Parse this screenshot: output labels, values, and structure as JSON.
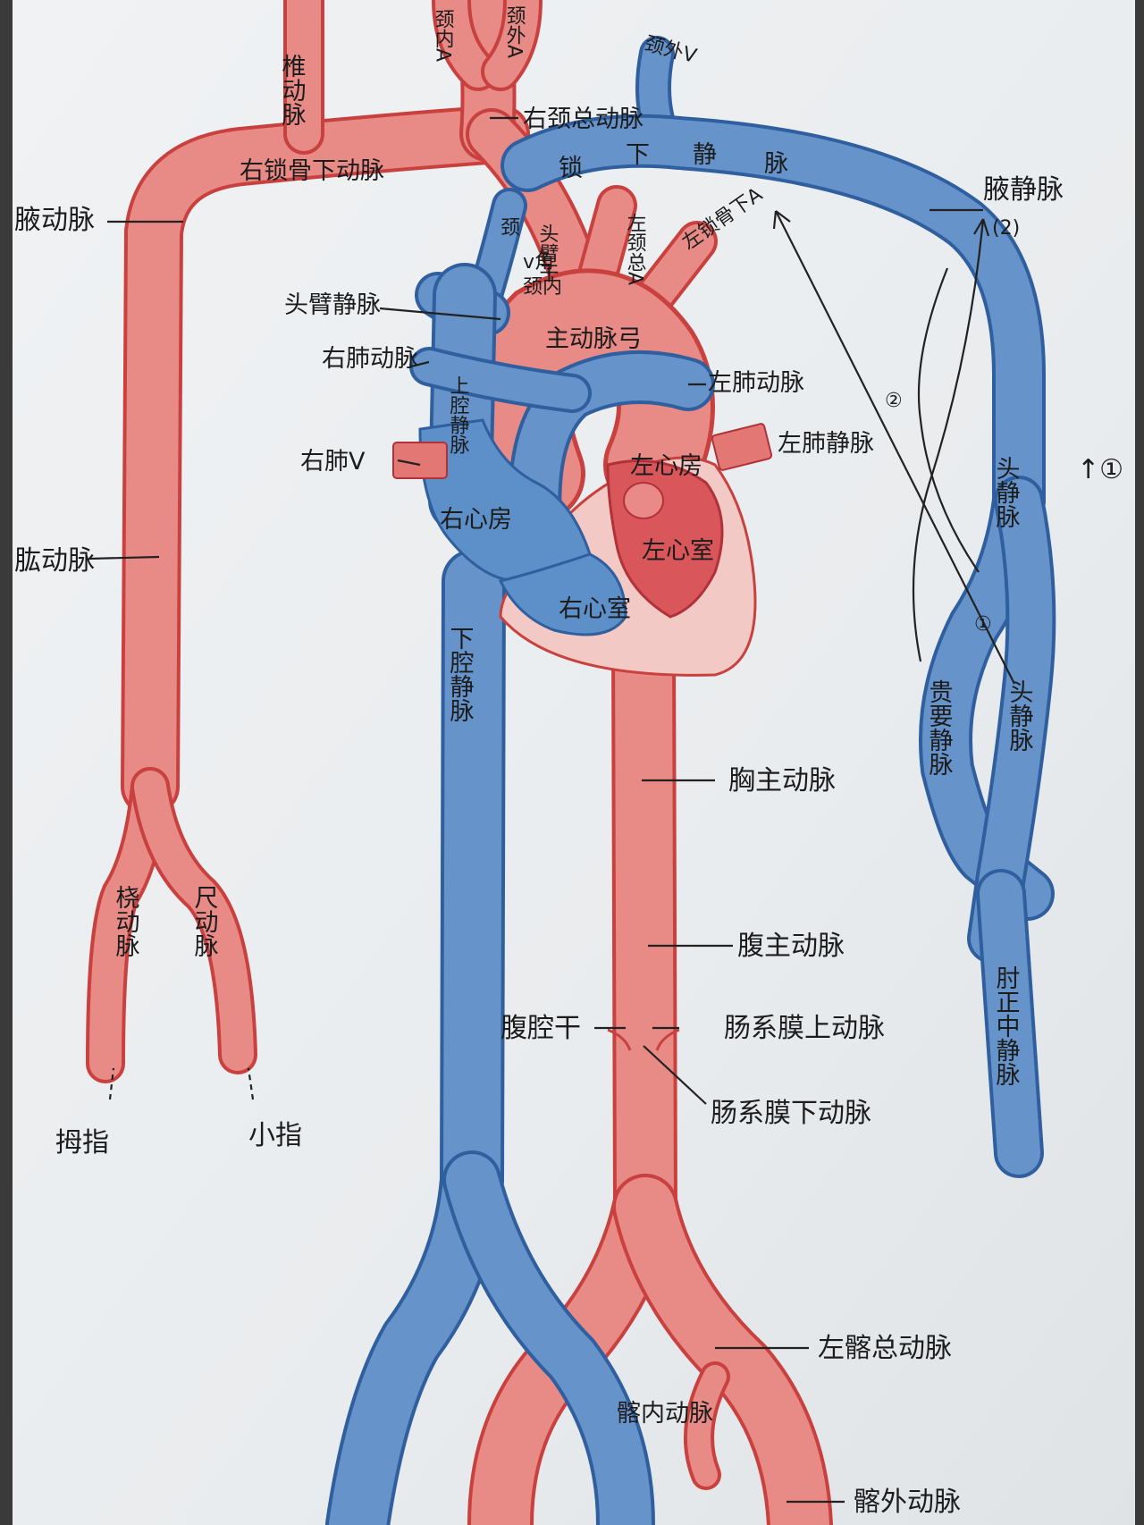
{
  "labels": {
    "vertebral_a": "椎动脉",
    "internal_carotid": "颈内A",
    "external_carotid": "颈外A",
    "external_jugular": "颈外V",
    "right_common_carotid": "右颈总动脉",
    "right_subclavian_a": "右锁骨下动脉",
    "subclavian_v_1": "锁",
    "subclavian_v_2": "下",
    "subclavian_v_3": "静",
    "subclavian_v_4": "脉",
    "axillary_v": "腋静脉",
    "marker_2b": "(2)",
    "axillary_a": "腋动脉",
    "jugular_v_small": "颈",
    "jugular_v_small2": "v角",
    "jugular_v_small3": "颈内",
    "brachiocephalic_trunk": "头臂干",
    "left_common_carotid": "左颈总A",
    "left_subclavian": "左锁骨下A",
    "brachiocephalic_v": "头臂静脉",
    "aortic_arch": "主动脉弓",
    "right_pulmonary_a": "右肺动脉",
    "superior_vena_cava": "上腔静脉",
    "left_pulmonary_a": "左肺动脉",
    "marker_circle2": "②",
    "right_pulmonary_v": "右肺V",
    "left_pulmonary_v": "左肺静脉",
    "left_atrium": "左心房",
    "cephalic_v": "头静脉",
    "marker_up1": "↑①",
    "right_atrium": "右心房",
    "left_ventricle": "左心室",
    "brachial_a": "肱动脉",
    "right_ventricle": "右心室",
    "marker_1": "①",
    "inferior_vena_cava": "下腔静脉",
    "basilic_v": "贵要静脉",
    "cephalic_v2": "头静脉",
    "thoracic_aorta": "胸主动脉",
    "radial_a": "桡动脉",
    "ulnar_a": "尺动脉",
    "abdominal_aorta": "腹主动脉",
    "median_cubital_v": "肘正中静脉",
    "celiac_trunk": "腹腔干",
    "superior_mesenteric": "肠系膜上动脉",
    "inferior_mesenteric": "肠系膜下动脉",
    "thumb": "拇指",
    "little_finger": "小指",
    "left_common_iliac": "左髂总动脉",
    "internal_iliac": "髂内动脉",
    "external_iliac": "髂外动脉"
  },
  "colors": {
    "paper": "#eceff1",
    "artery": "#ea8a86",
    "artery_edge": "#c9413f",
    "vein": "#5d8fc9",
    "vein_edge": "#2f5f9e",
    "ink": "#1c1c1c"
  }
}
